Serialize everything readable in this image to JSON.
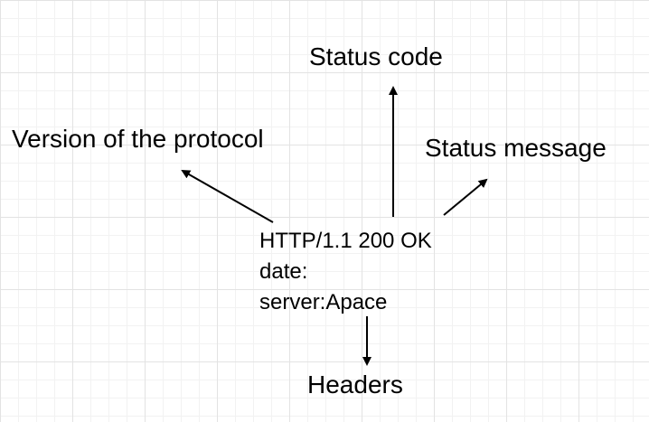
{
  "labels": {
    "status_code": "Status code",
    "version": "Version of the protocol",
    "status_message": "Status message",
    "headers": "Headers"
  },
  "response": {
    "line1": "HTTP/1.1 200 OK",
    "line2": "date:",
    "line3": "server:Apace"
  },
  "colors": {
    "text": "#000000",
    "arrow": "#000000",
    "grid": "#e3e3e3"
  }
}
